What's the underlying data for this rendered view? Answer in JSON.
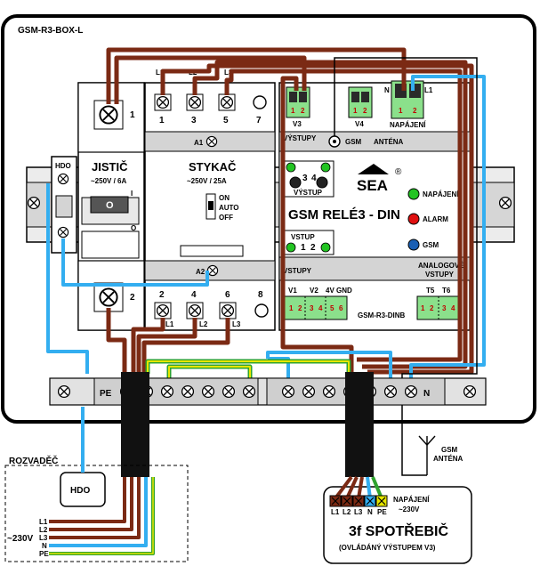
{
  "title": "GSM-R3-BOX-L",
  "breaker": {
    "name": "JISTIČ",
    "rating": "~250V / 6A",
    "on_mark": "I",
    "switch_label": "O",
    "off_mark": "O",
    "top_terminal": "1",
    "bottom_terminal": "2"
  },
  "hdo_module": {
    "label": "HDO"
  },
  "contactor": {
    "name": "STYKAČ",
    "rating": "~250V / 25A",
    "switch_options": [
      "ON",
      "AUTO",
      "OFF"
    ],
    "top_terminals": [
      "1",
      "3",
      "5",
      "7"
    ],
    "top_phase_labels": [
      "L1",
      "L2",
      "L3"
    ],
    "bottom_terminals": [
      "2",
      "4",
      "6",
      "8"
    ],
    "bottom_phase_labels": [
      "L1",
      "L2",
      "L3"
    ],
    "coil_a1": "A1",
    "coil_a2": "A2"
  },
  "gsm_relay": {
    "name": "GSM RELÉ3 - DIN",
    "brand": "SEA",
    "registered": "®",
    "outputs_title": "VÝSTUPY",
    "antenna_gsm": "GSM",
    "antenna_title": "ANTÉNA",
    "output_label": "VÝSTUP",
    "output_numbers": [
      "3",
      "4"
    ],
    "input_label": "VSTUP",
    "input_numbers": [
      "1",
      "2"
    ],
    "v3_label": "V3",
    "v4_label": "V4",
    "connector_pins": [
      "1",
      "2"
    ],
    "supply_title": "NAPÁJENÍ",
    "supply_n": "N",
    "supply_l1": "L1",
    "leds": [
      {
        "label": "NAPÁJENÍ",
        "color": "#22c422"
      },
      {
        "label": "ALARM",
        "color": "#e01010"
      },
      {
        "label": "GSM",
        "color": "#1a5fb4"
      }
    ],
    "inputs_title": "VSTUPY",
    "analog_title_line1": "ANALOGOVÉ",
    "analog_title_line2": "VSTUPY",
    "input_headers": [
      "V1",
      "V2",
      "4V GND"
    ],
    "input_pins": [
      "1",
      "2",
      "3",
      "4",
      "5",
      "6"
    ],
    "analog_headers": [
      "T5",
      "T6"
    ],
    "analog_pins": [
      "1",
      "2",
      "3",
      "4"
    ],
    "ext_model": "GSM-R3-DINB"
  },
  "terminal_strip": {
    "pe_label": "PE",
    "n_label": "N"
  },
  "antenna": {
    "line1": "GSM",
    "line2": "ANTÉNA"
  },
  "distribution": {
    "title": "ROZVADĚČ",
    "hdo_label": "HDO",
    "voltage": "~230V",
    "lines": [
      "L1",
      "L2",
      "L3",
      "N",
      "PE"
    ]
  },
  "load": {
    "terminals": [
      "L1",
      "L2",
      "L3",
      "N",
      "PE"
    ],
    "supply_label": "NAPÁJENÍ",
    "supply_voltage": "~230V",
    "title": "3f SPOTŘEBIČ",
    "subtitle": "(OVLÁDÁNÝ VÝSTUPEM V3)"
  },
  "colors": {
    "phase_wire": "#7b2a14",
    "neutral_wire": "#33aef0",
    "pe_wire_yellow": "#e6e600",
    "pe_wire_green": "#2fa32f",
    "module_grey": "#d4d4d4",
    "led_green": "#22c422"
  }
}
